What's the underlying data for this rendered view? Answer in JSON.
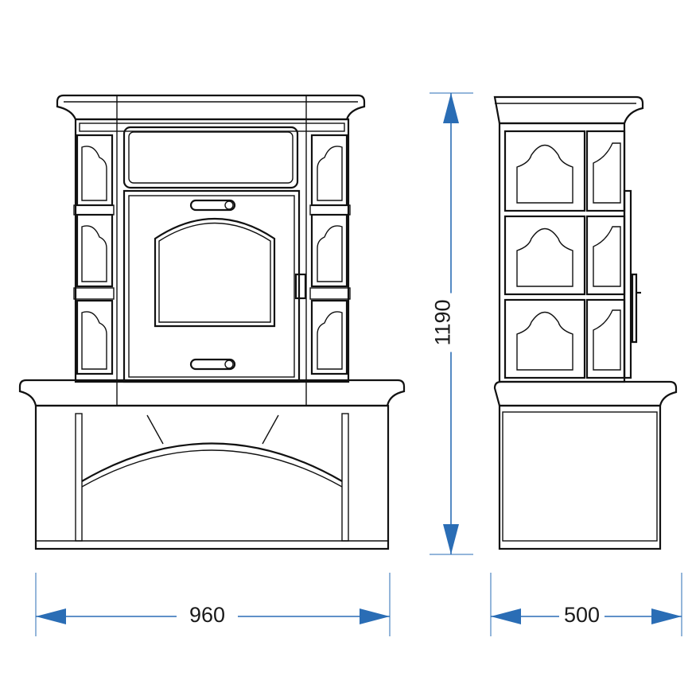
{
  "dimensions": {
    "width_front": "960",
    "height": "1190",
    "depth_side": "500"
  },
  "colors": {
    "dimension_line": "#2a6db5",
    "drawing_line": "#111111"
  }
}
